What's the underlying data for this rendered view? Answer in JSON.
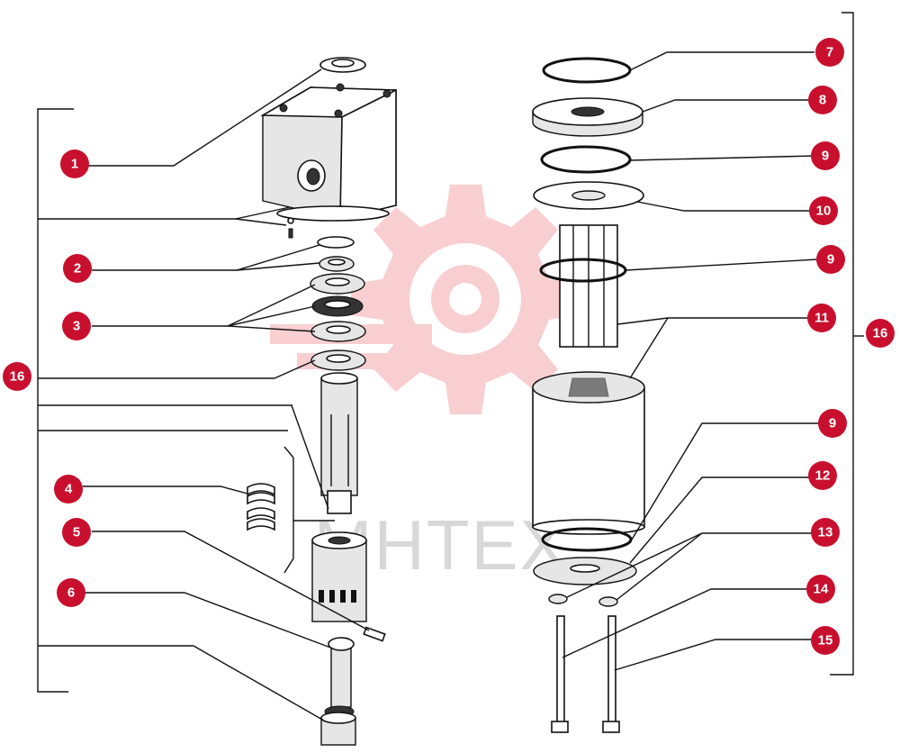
{
  "watermark": {
    "text": "МНТЕХ",
    "color": "#e9545c"
  },
  "accent_color": "#c8102e",
  "callouts": {
    "c1": "1",
    "c2": "2",
    "c3": "3",
    "c4": "4",
    "c5": "5",
    "c6": "6",
    "c7": "7",
    "c8": "8",
    "c9a": "9",
    "c9b": "9",
    "c9c": "9",
    "c10": "10",
    "c11": "11",
    "c12": "12",
    "c13": "13",
    "c14": "14",
    "c15": "15",
    "c16left": "16",
    "c16right": "16"
  }
}
